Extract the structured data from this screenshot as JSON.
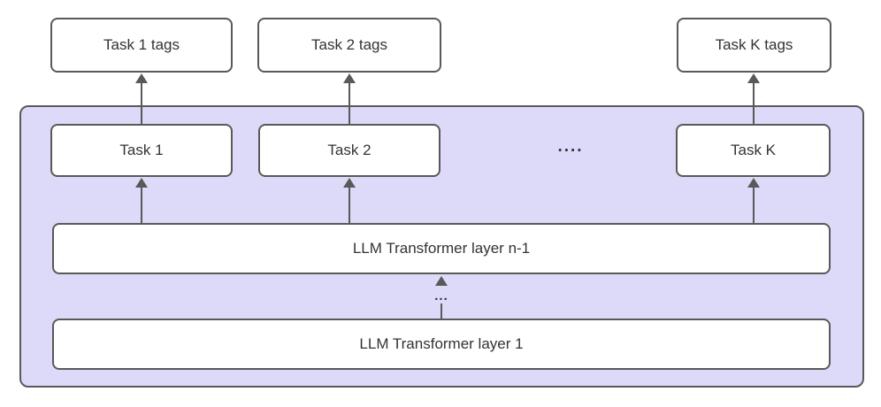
{
  "diagram": {
    "tag_boxes": [
      {
        "label": "Task 1 tags"
      },
      {
        "label": "Task 2 tags"
      },
      {
        "label": "Task K tags"
      }
    ],
    "task_boxes": [
      {
        "label": "Task 1"
      },
      {
        "label": "Task 2"
      },
      {
        "label": "Task K"
      }
    ],
    "task_row_ellipsis": "....",
    "layer_ellipsis": "...",
    "layer_boxes": [
      {
        "label": "LLM Transformer layer n-1"
      },
      {
        "label": "LLM Transformer layer 1"
      }
    ],
    "colors": {
      "container_fill": "#dcdaf8",
      "stroke": "#595959",
      "box_fill": "#ffffff",
      "text": "#333333",
      "canvas_bg": "#ffffff"
    }
  }
}
